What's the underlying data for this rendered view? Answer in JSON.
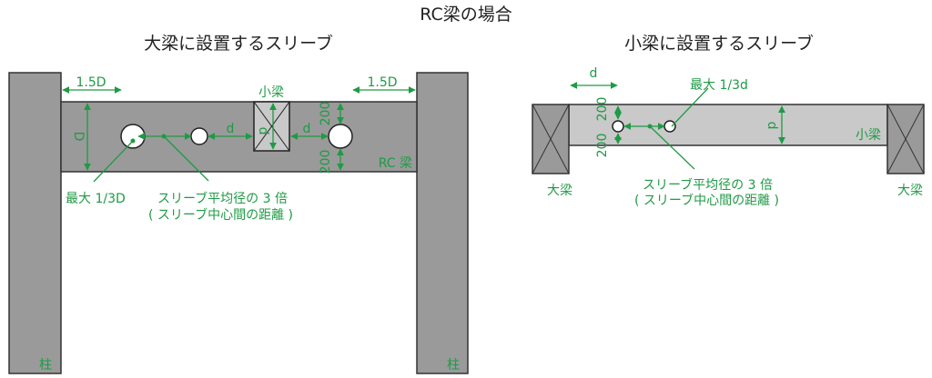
{
  "title": "RC梁の場合",
  "left": {
    "subtitle": "大梁に設置するスリーブ",
    "edge_left": "1.5D",
    "edge_right": "1.5D",
    "small_beam": "小梁",
    "depth": "D",
    "gap1": "d",
    "gap2": "d",
    "small_beam_depth": "d",
    "top_clear": "200",
    "bottom_clear": "200",
    "beam_label": "RC 梁",
    "max_dia": "最大 1/3D",
    "spacing_line1": "スリーブ平均径の 3 倍",
    "spacing_line2": "( スリーブ中心間の距離 )",
    "column_left": "柱",
    "column_right": "柱"
  },
  "right": {
    "subtitle": "小梁に設置するスリーブ",
    "edge": "d",
    "max_dia": "最大 1/3d",
    "depth": "d",
    "beam_label": "小梁",
    "top_clear": "200",
    "bottom_clear": "200",
    "girder_left": "大梁",
    "girder_right": "大梁",
    "spacing_line1": "スリーブ平均径の 3 倍",
    "spacing_line2": "( スリーブ中心間の距離 )"
  },
  "colors": {
    "annotation": "#1f9a45",
    "column": "#9a9a9a",
    "small_beam": "#c8c9c8"
  }
}
